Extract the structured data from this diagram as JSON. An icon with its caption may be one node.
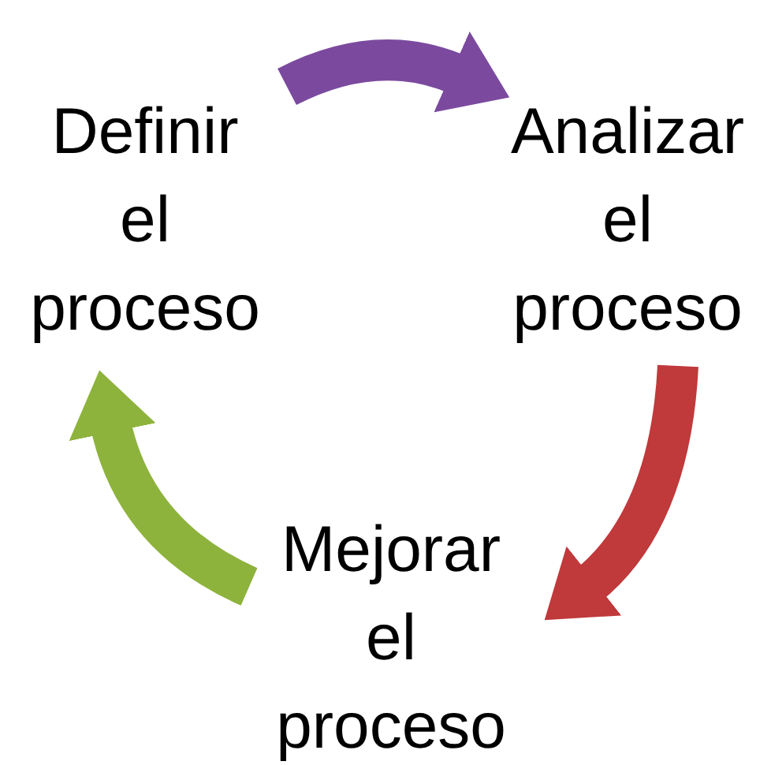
{
  "diagram": {
    "nodes": [
      {
        "text": [
          "Definir el proceso"
        ]
      },
      {
        "text": [
          "Analizar el proceso"
        ]
      },
      {
        "text": [
          "Mejorar el proceso"
        ]
      }
    ],
    "edges": [
      {
        "from": 0,
        "to": 1,
        "arrow": "to",
        "color": "#7b4a9e"
      },
      {
        "from": 1,
        "to": 2,
        "arrow": "to",
        "color": "#c0393b"
      },
      {
        "from": 2,
        "to": 0,
        "arrow": "to",
        "color": "#8db33c"
      }
    ]
  }
}
